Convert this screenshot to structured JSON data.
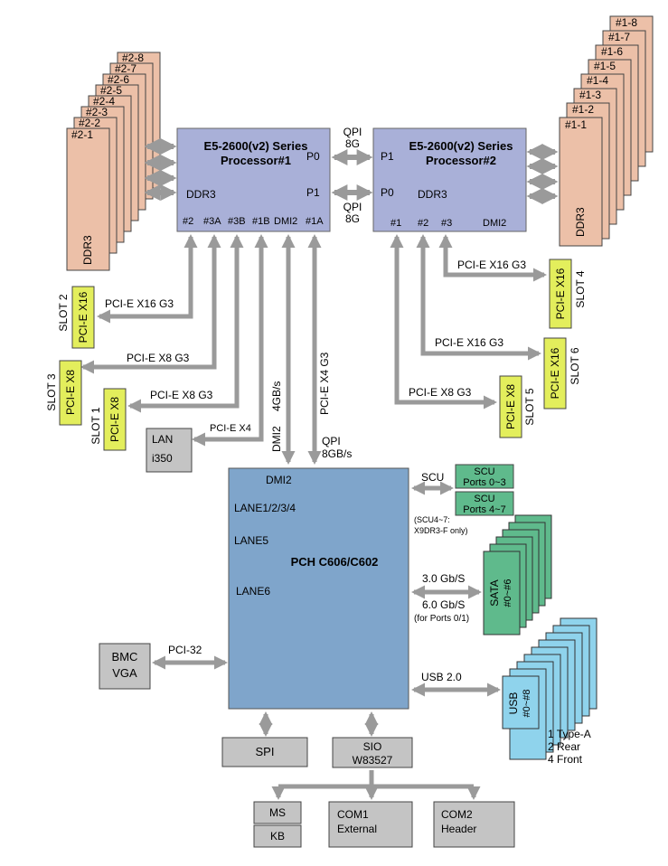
{
  "cpu1": {
    "title1": "E5-2600(v2) Series",
    "title2": "Processor#1",
    "p0": "P0",
    "p1": "P1",
    "ddr": "DDR3",
    "ports": [
      "#2",
      "#3A",
      "#3B",
      "#1B",
      "DMI2",
      "#1A"
    ]
  },
  "cpu2": {
    "title1": "E5-2600(v2) Series",
    "title2": "Processor#2",
    "p1": "P1",
    "p0": "P0",
    "ddr": "DDR3",
    "ports": [
      "#1",
      "#2",
      "#3",
      "DMI2"
    ]
  },
  "qpi": {
    "top1": "QPI",
    "top2": "8G",
    "bot1": "QPI",
    "bot2": "8G"
  },
  "dimms_cpu1": [
    "#2-8",
    "#2-7",
    "#2-6",
    "#2-5",
    "#2-4",
    "#2-3",
    "#2-2",
    "#2-1"
  ],
  "dimms_cpu1_label": "DDR3",
  "dimms_cpu2": [
    "#1-8",
    "#1-7",
    "#1-6",
    "#1-5",
    "#1-4",
    "#1-3",
    "#1-2",
    "#1-1"
  ],
  "dimms_cpu2_label": "DDR3",
  "slots_left": {
    "slot2": {
      "name": "SLOT 2",
      "card": "PCI-E X16",
      "link": "PCI-E X16 G3"
    },
    "x8g3_a": "PCI-E X8 G3",
    "slot3": {
      "name": "SLOT 3",
      "card": "PCI-E X8"
    },
    "slot1": {
      "name": "SLOT 1",
      "card": "PCI-E X8",
      "link": "PCI-E X8 G3"
    }
  },
  "slots_right": {
    "slot4": {
      "name": "SLOT 4",
      "card": "PCI-E X16",
      "link": "PCI-E X16 G3"
    },
    "slot6": {
      "name": "SLOT 6",
      "card": "PCI-E X16",
      "link": "PCI-E X16 G3"
    },
    "slot5": {
      "name": "SLOT 5",
      "card": "PCI-E X8",
      "link": "PCI-E X8 G3"
    }
  },
  "lan": {
    "line1": "LAN",
    "line2": "i350",
    "link": "PCI-E X4"
  },
  "dmi": {
    "v1": "DMI2",
    "v2": "4GB/s",
    "pcie_x4": "PCI-E X4 G3",
    "qpi1": "QPI",
    "qpi2": "8GB/s"
  },
  "pch": {
    "title": "PCH C606/C602",
    "dmi2": "DMI2",
    "lane1234": "LANE1/2/3/4",
    "lane5": "LANE5",
    "lane6": "LANE6"
  },
  "scu": {
    "label": "SCU",
    "a1": "SCU",
    "a2": "Ports 0~3",
    "b1": "SCU",
    "b2": "Ports 4~7",
    "note1": "(SCU4~7:",
    "note2": "X9DR3-F only)"
  },
  "sata": {
    "rate1": "3.0 Gb/S",
    "rate2": "6.0 Gb/S",
    "rate_note": "(for Ports 0/1)",
    "label1": "SATA",
    "label2": "#0~#6"
  },
  "usb": {
    "rate": "USB 2.0",
    "label1": "USB",
    "label2": "#0~#8",
    "notes": [
      "1 Type-A",
      "2 Rear",
      "4 Front"
    ]
  },
  "bmc": {
    "line1": "BMC",
    "line2": "VGA",
    "link": "PCI-32"
  },
  "spi": "SPI",
  "sio": {
    "line1": "SIO",
    "line2": "W83527"
  },
  "ms": "MS",
  "kb": "KB",
  "com1": {
    "line1": "COM1",
    "line2": "External"
  },
  "com2": {
    "line1": "COM2",
    "line2": "Header"
  },
  "colors": {
    "cpu": "#a9b0d8",
    "dimm": "#ecc0a8",
    "pch": "#7fa5cb",
    "slot": "#e3ee5c",
    "scu": "#5fba8c",
    "usb": "#8fd3ec",
    "gray": "#c4c4c4",
    "arrow": "#9a9a9a"
  }
}
